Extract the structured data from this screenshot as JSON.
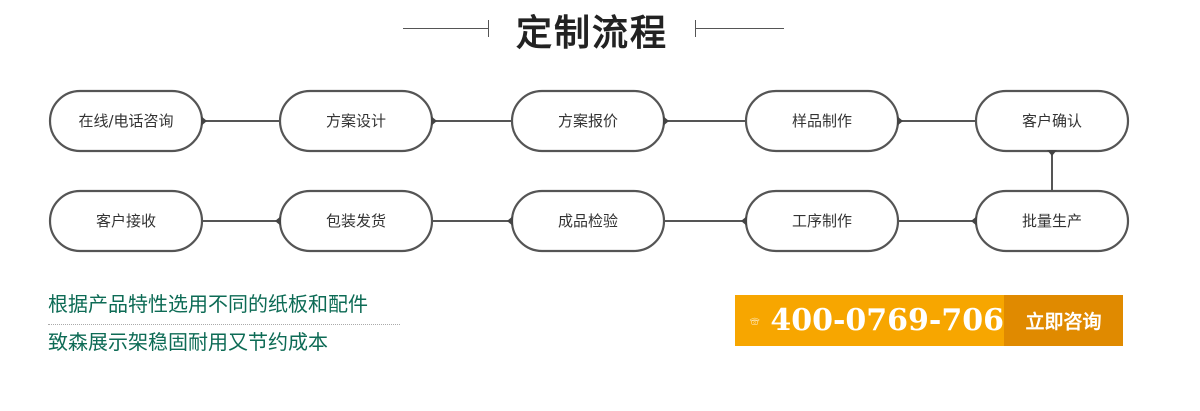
{
  "header": {
    "title": "定制流程"
  },
  "flow": {
    "row1": [
      {
        "key": "consult",
        "label": "在线/电话咨询"
      },
      {
        "key": "design",
        "label": "方案设计"
      },
      {
        "key": "quote",
        "label": "方案报价"
      },
      {
        "key": "sample",
        "label": "样品制作"
      },
      {
        "key": "confirm",
        "label": "客户确认"
      }
    ],
    "row2": [
      {
        "key": "receive",
        "label": "客户接收"
      },
      {
        "key": "pack",
        "label": "包装发货"
      },
      {
        "key": "inspect",
        "label": "成品检验"
      },
      {
        "key": "process",
        "label": "工序制作"
      },
      {
        "key": "mass",
        "label": "批量生产"
      }
    ]
  },
  "tagline": {
    "line1": "根据产品特性选用不同的纸板和配件",
    "line2": "致森展示架稳固耐用又节约成本"
  },
  "contact": {
    "phone_icon": "telephone-icon",
    "phone": "400-0769-706",
    "button_label": "立即咨询"
  },
  "colors": {
    "node_stroke": "#555555",
    "tagline": "#0d6b55",
    "hotline_bg": "#f7a600",
    "button_bg": "#e08a00"
  }
}
